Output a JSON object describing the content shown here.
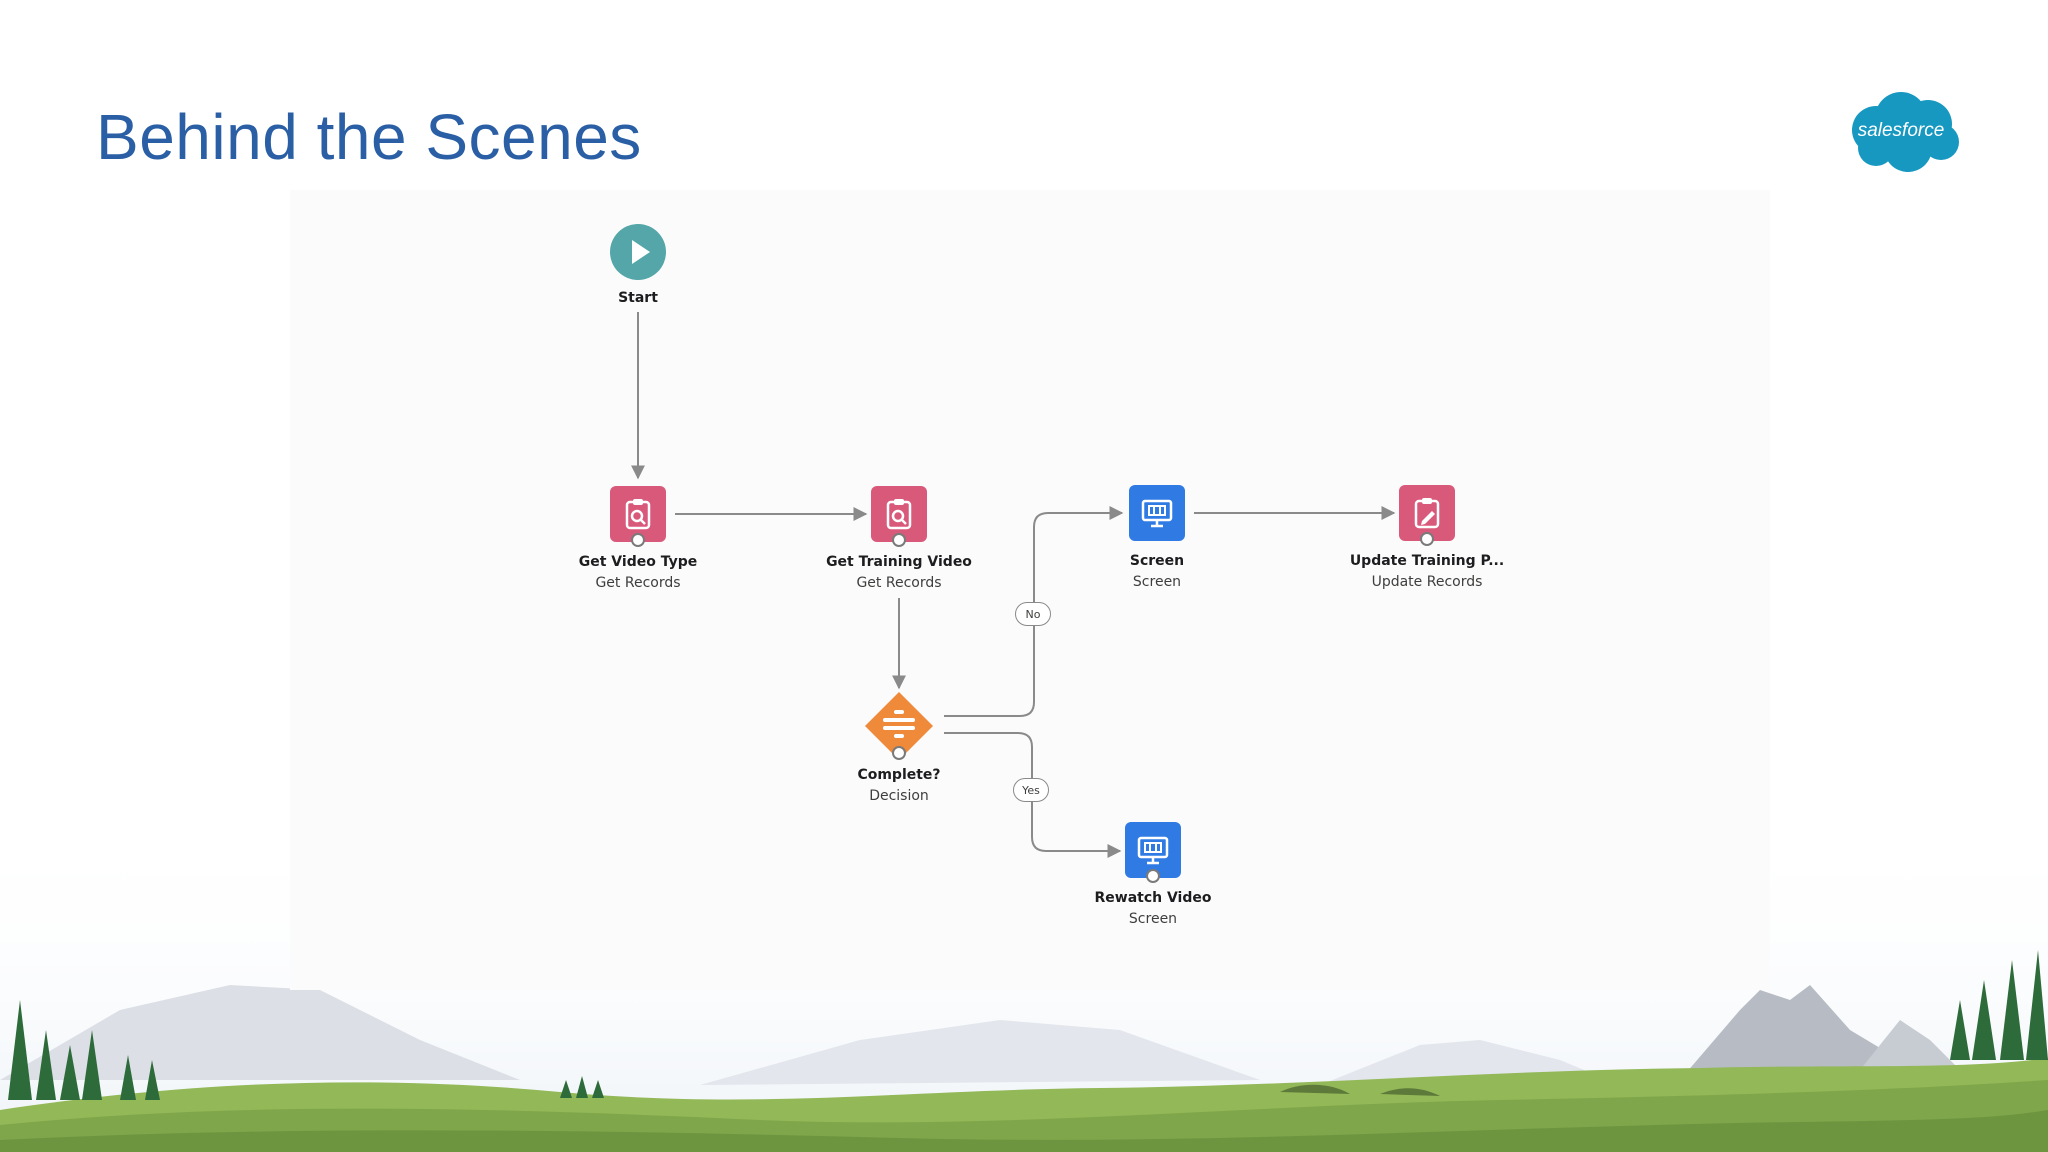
{
  "slide": {
    "title": "Behind the Scenes"
  },
  "logo": {
    "text": "salesforce"
  },
  "colors": {
    "title": "#2a5fa5",
    "start": "#54a6a8",
    "get_records": "#d9597a",
    "screen": "#2f7be3",
    "decision": "#ef8a3a",
    "connector": "#8a8a8a"
  },
  "flow": {
    "nodes": {
      "start": {
        "label": "Start",
        "icon": "play-icon"
      },
      "get_video_type": {
        "label": "Get Video Type",
        "type": "Get Records",
        "icon": "get-records-icon"
      },
      "get_training_video": {
        "label": "Get Training Video",
        "type": "Get Records",
        "icon": "get-records-icon"
      },
      "screen": {
        "label": "Screen",
        "type": "Screen",
        "icon": "screen-icon"
      },
      "update_training": {
        "label": "Update Training P...",
        "type": "Update Records",
        "icon": "update-records-icon"
      },
      "complete": {
        "label": "Complete?",
        "type": "Decision",
        "icon": "decision-icon"
      },
      "rewatch_video": {
        "label": "Rewatch Video",
        "type": "Screen",
        "icon": "screen-icon"
      }
    },
    "edges": [
      {
        "from": "Start",
        "to": "Get Video Type"
      },
      {
        "from": "Get Video Type",
        "to": "Get Training Video"
      },
      {
        "from": "Get Training Video",
        "to": "Complete?"
      },
      {
        "from": "Complete?",
        "to": "Screen",
        "label": "No"
      },
      {
        "from": "Complete?",
        "to": "Rewatch Video",
        "label": "Yes"
      },
      {
        "from": "Screen",
        "to": "Update Training P..."
      }
    ],
    "edge_labels": {
      "no": "No",
      "yes": "Yes"
    }
  }
}
